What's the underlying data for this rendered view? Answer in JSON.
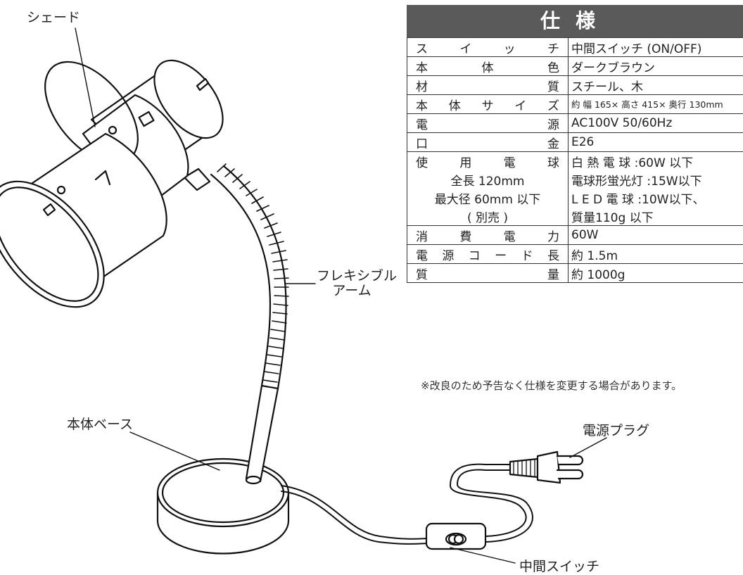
{
  "labels": {
    "shade": "シェード",
    "flex_arm_1": "フレキシブル",
    "flex_arm_2": "アーム",
    "base": "本体ベース",
    "plug": "電源プラグ",
    "switch": "中間スイッチ"
  },
  "spec": {
    "title": "仕様",
    "rows": [
      {
        "key": [
          "ス",
          "イ",
          "ッ",
          "チ"
        ],
        "value": "中間スイッチ (ON/OFF)"
      },
      {
        "key": [
          "本",
          "体",
          "色"
        ],
        "value": "ダークブラウン"
      },
      {
        "key": [
          "材",
          "質"
        ],
        "value": "スチール、木"
      },
      {
        "key": [
          "本",
          "体",
          "サ",
          "イ",
          "ズ"
        ],
        "value": "約 幅 165× 高さ 415× 奥行 130mm"
      },
      {
        "key": [
          "電",
          "源"
        ],
        "value": "AC100V 50/60Hz"
      },
      {
        "key": [
          "口",
          "金"
        ],
        "value": "E26"
      }
    ],
    "bulb": {
      "key": [
        "使",
        "用",
        "電",
        "球"
      ],
      "key_sub": [
        "全長 120mm",
        "最大径 60mm 以下",
        "( 別売 )"
      ],
      "values": [
        "白 熱 電 球 :60W 以下",
        "電球形蛍光灯 :15W以下",
        "L E D 電 球 :10W以下、",
        "質量110g 以下"
      ]
    },
    "rows2": [
      {
        "key": [
          "消",
          "費",
          "電",
          "力"
        ],
        "value": "60W"
      },
      {
        "key": [
          "電",
          "源",
          "コ",
          "ー",
          "ド",
          "長"
        ],
        "value": "約 1.5m"
      },
      {
        "key": [
          "質",
          "量"
        ],
        "value": "約 1000g"
      }
    ],
    "note": "※改良のため予告なく仕様を変更する場合があります。"
  }
}
